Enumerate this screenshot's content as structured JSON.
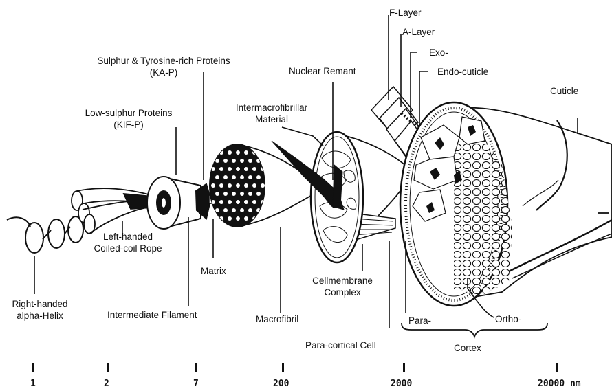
{
  "labels": {
    "f_layer": "F-Layer",
    "a_layer": "A-Layer",
    "exo": "Exo-",
    "endo": "Endo-cuticle",
    "cuticle": "Cuticle",
    "sulphur_1": "Sulphur & Tyrosine-rich Proteins",
    "sulphur_2": "(KA-P)",
    "nuclear": "Nuclear Remant",
    "intermacro_1": "Intermacrofibrillar",
    "intermacro_2": "Material",
    "lowsulphur_1": "Low-sulphur Proteins",
    "lowsulphur_2": "(KIF-P)",
    "left_handed_1": "Left-handed",
    "left_handed_2": "Coiled-coil Rope",
    "matrix": "Matrix",
    "alpha_1": "Right-handed",
    "alpha_2": "alpha-Helix",
    "intermediate": "Intermediate Filament",
    "macrofibril": "Macrofibril",
    "cellmembrane_1": "Cellmembrane",
    "cellmembrane_2": "Complex",
    "paracortical": "Para-cortical Cell",
    "para": "Para-",
    "ortho": "Ortho-",
    "cortex": "Cortex"
  },
  "scale": [
    "1",
    "2",
    "7",
    "200",
    "2000",
    "20000 nm"
  ]
}
